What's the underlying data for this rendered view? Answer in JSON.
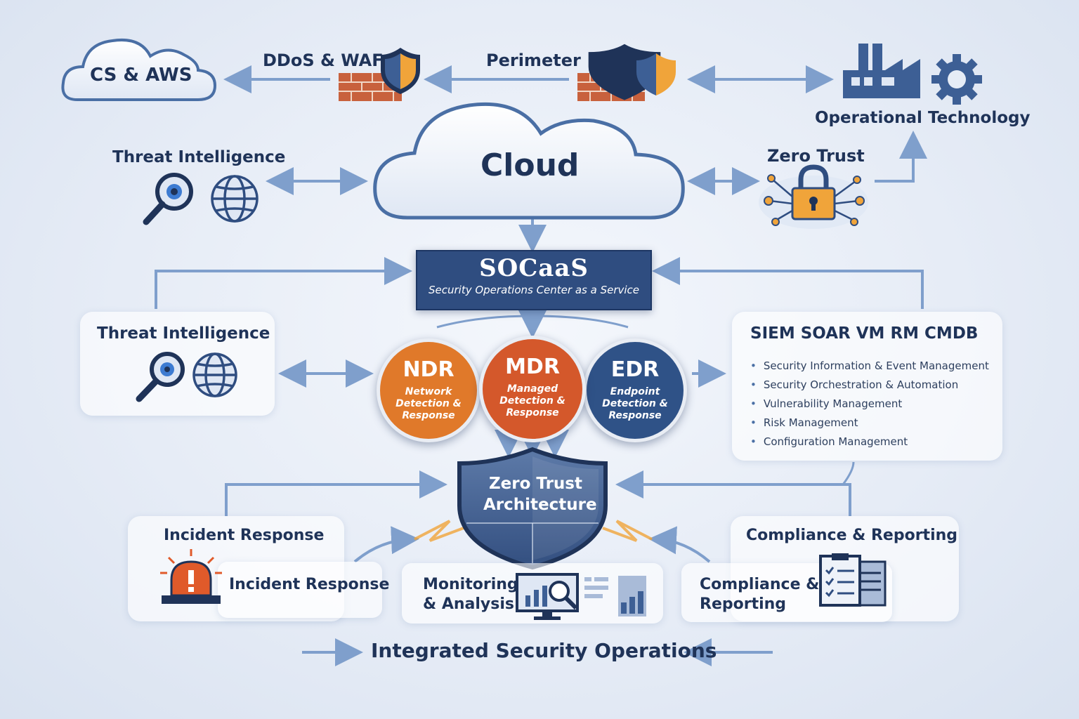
{
  "top_row": {
    "cloud_aws": "CS & AWS",
    "ddos_waf": "DDoS & WAF",
    "perimeter": "Perimeter",
    "operational_technology": "Operational Technology"
  },
  "cloud": {
    "label": "Cloud"
  },
  "threat_intelligence_top": "Threat Intelligence",
  "zero_trust_top": "Zero Trust",
  "socaas": {
    "title": "SOCaaS",
    "subtitle": "Security Operations Center as a Service"
  },
  "threat_intelligence_panel": "Threat Intelligence",
  "services": [
    {
      "abbr": "NDR",
      "desc_line1": "Network",
      "desc_line2": "Detection &",
      "desc_line3": "Response",
      "color": "#e0792a"
    },
    {
      "abbr": "MDR",
      "desc_line1": "Managed",
      "desc_line2": "Detection &",
      "desc_line3": "Response",
      "color": "#d4582b"
    },
    {
      "abbr": "EDR",
      "desc_line1": "Endpoint",
      "desc_line2": "Detection &",
      "desc_line3": "Response",
      "color": "#2f5287"
    }
  ],
  "siem_panel": {
    "title": "SIEM SOAR  VM RM CMDB",
    "items": [
      "Security Information & Event Management",
      "Security Orchestration & Automation",
      "Vulnerability Management",
      "Risk Management",
      "Configuration Management"
    ]
  },
  "zero_trust_architecture": {
    "line1": "Zero Trust",
    "line2": "Architecture"
  },
  "incident_response": {
    "title": "Incident Response",
    "label": "Incident Response"
  },
  "monitoring": {
    "line1": "Monitoring",
    "line2": "& Analysis"
  },
  "compliance": {
    "title": "Compliance & Reporting",
    "line1": "Compliance &",
    "line2": "Reporting"
  },
  "footer": {
    "title": "Integrated Security Operations"
  },
  "colors": {
    "navy": "#1f3358",
    "arrow": "#7f9fcc",
    "shield_orange": "#f0a43a",
    "brick": "#c8613d",
    "alert": "#e05a2a",
    "lock": "#f0a43a"
  },
  "icons": [
    "cloud-icon",
    "shield-icon",
    "brick-wall-icon",
    "factory-icon",
    "gear-icon",
    "magnifier-icon",
    "globe-icon",
    "padlock-icon",
    "alarm-light-icon",
    "monitor-chart-icon",
    "clipboard-checklist-icon",
    "document-icon"
  ]
}
